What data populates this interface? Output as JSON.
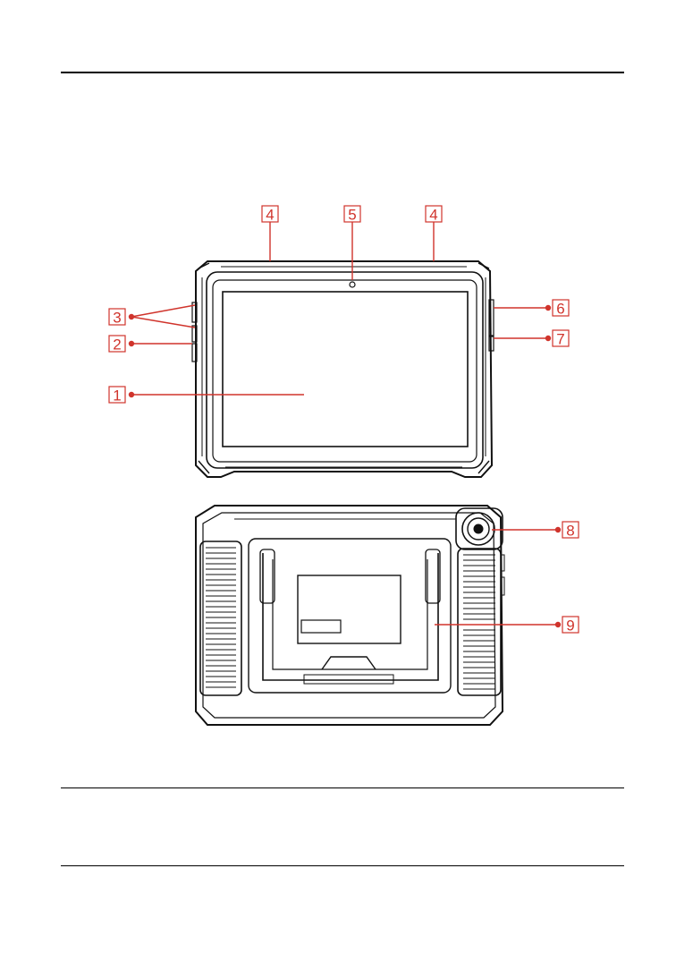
{
  "colors": {
    "callout": "#d0342c",
    "outline": "#111111",
    "rule": "#000000",
    "background": "#ffffff"
  },
  "callouts": [
    {
      "id": "c1",
      "label": "1"
    },
    {
      "id": "c2",
      "label": "2"
    },
    {
      "id": "c3",
      "label": "3"
    },
    {
      "id": "c4a",
      "label": "4"
    },
    {
      "id": "c4b",
      "label": "4"
    },
    {
      "id": "c5",
      "label": "5"
    },
    {
      "id": "c6",
      "label": "6"
    },
    {
      "id": "c7",
      "label": "7"
    },
    {
      "id": "c8",
      "label": "8"
    },
    {
      "id": "c9",
      "label": "9"
    }
  ]
}
